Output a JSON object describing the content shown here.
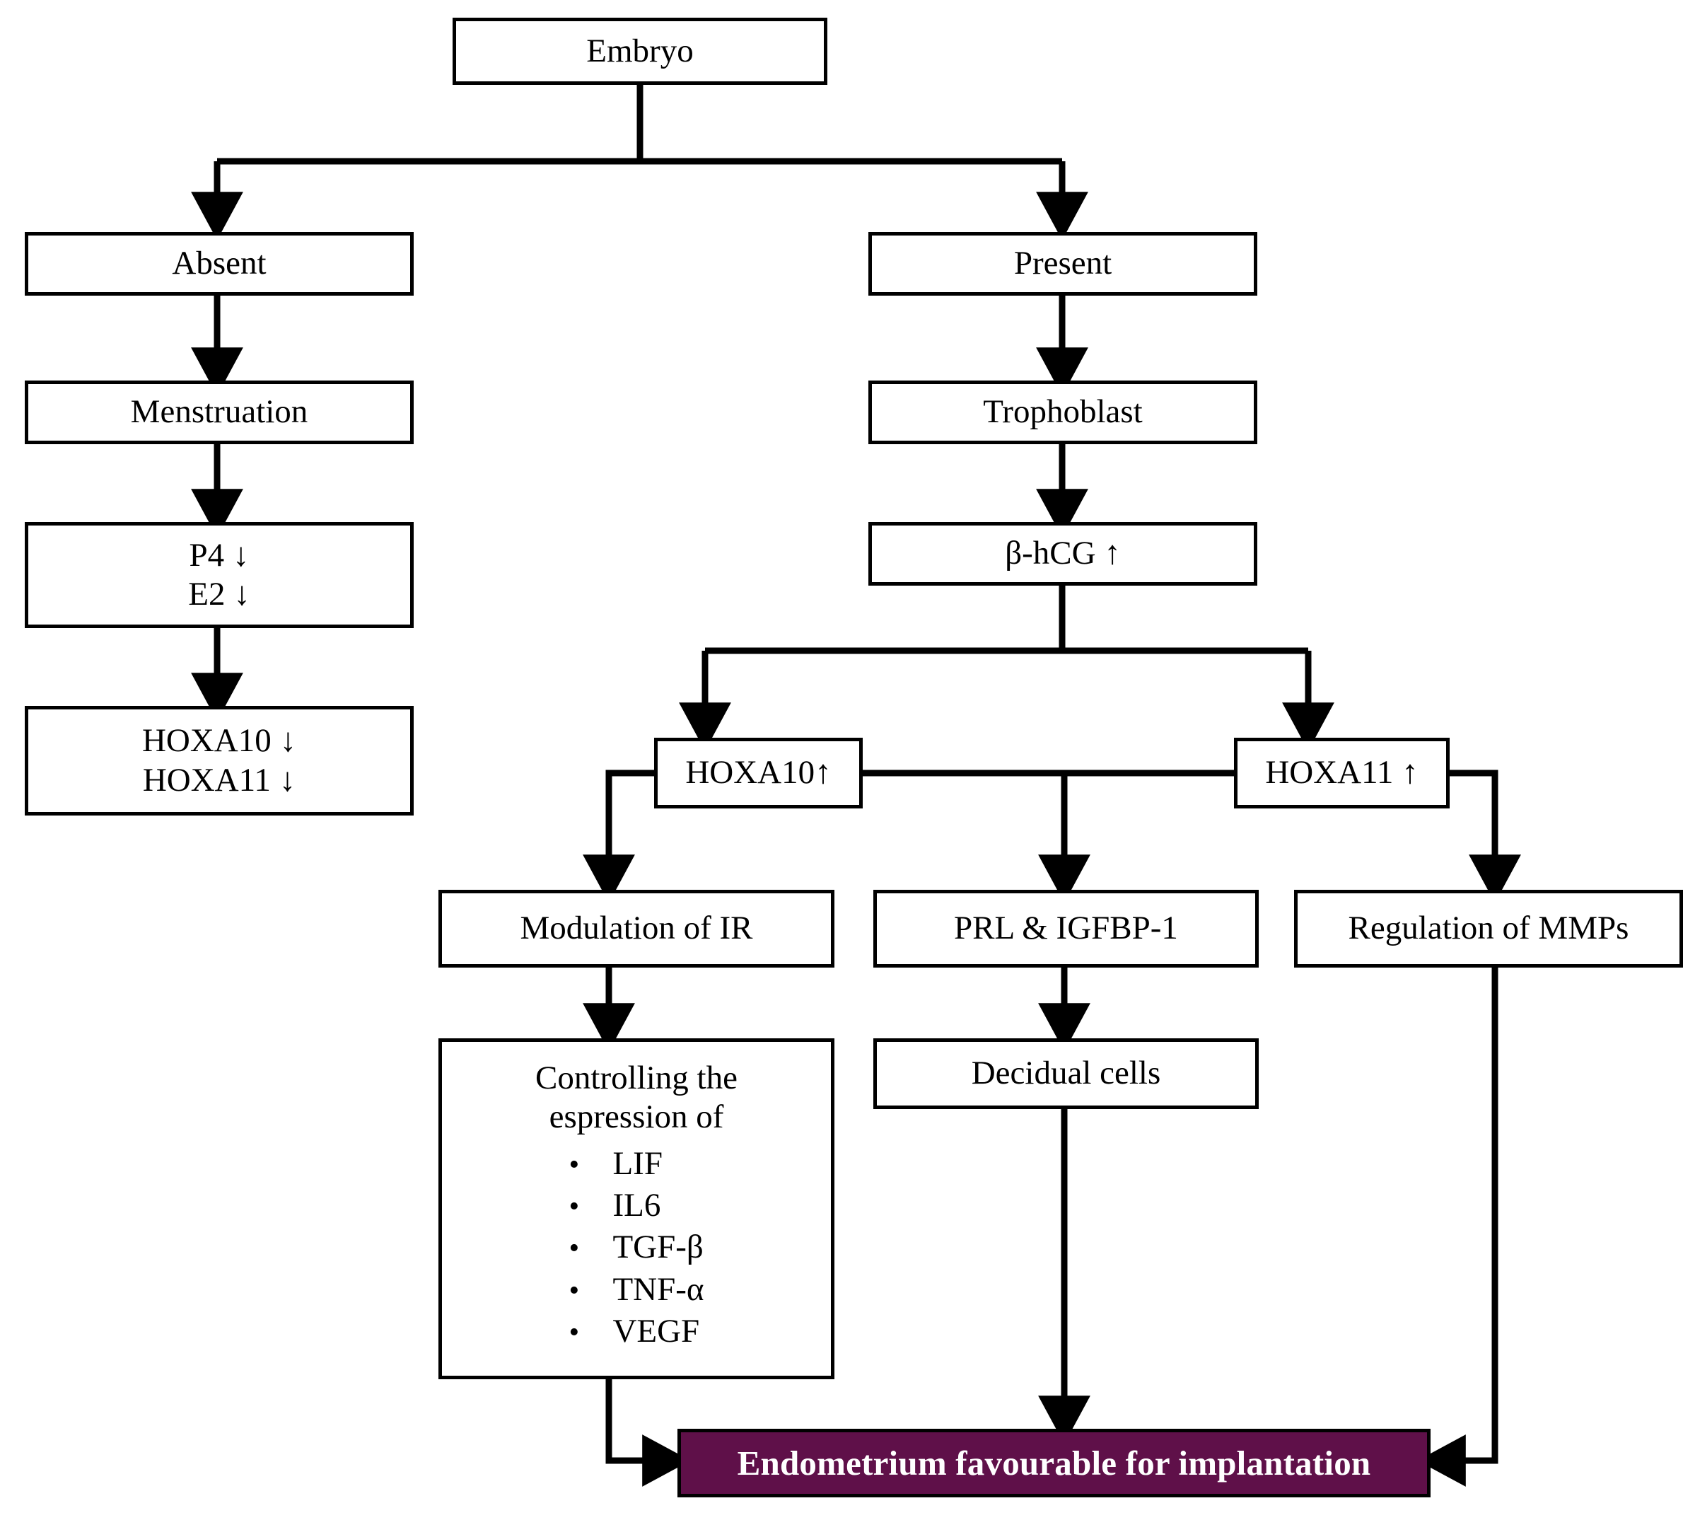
{
  "diagram": {
    "title": "Embryo implantation signalling flowchart",
    "colors": {
      "stroke": "#000000",
      "box_fill": "#FFFFFF",
      "terminal_fill": "#5F1049",
      "terminal_text": "#FFFFFF"
    },
    "glyphs": {
      "up_arrow": "↑",
      "down_arrow": "↓",
      "bullet": "•"
    }
  },
  "nodes": {
    "embryo": {
      "label": "Embryo"
    },
    "absent": {
      "label": "Absent"
    },
    "present": {
      "label": "Present"
    },
    "menstruation": {
      "label": "Menstruation"
    },
    "trophoblast": {
      "label": "Trophoblast"
    },
    "hormones_down": {
      "line1": "P4 ↓",
      "line2": "E2 ↓"
    },
    "bhcg": {
      "label": "β-hCG ↑"
    },
    "hoxa_down": {
      "line1": "HOXA10 ↓",
      "line2": "HOXA11 ↓"
    },
    "hoxa10_up": {
      "label": "HOXA10↑"
    },
    "hoxa11_up": {
      "label": "HOXA11 ↑"
    },
    "modulation_ir": {
      "label": "Modulation of IR"
    },
    "prl_igfbp": {
      "label": "PRL & IGFBP-1"
    },
    "regulation_mmps": {
      "label": "Regulation of MMPs"
    },
    "controlling": {
      "heading_line1": "Controlling the",
      "heading_line2": "espression of",
      "items": [
        "LIF",
        "IL6",
        "TGF-β",
        "TNF-α",
        "VEGF"
      ]
    },
    "decidual_cells": {
      "label": "Decidual cells"
    },
    "endometrium": {
      "label": "Endometrium favourable for implantation"
    }
  }
}
